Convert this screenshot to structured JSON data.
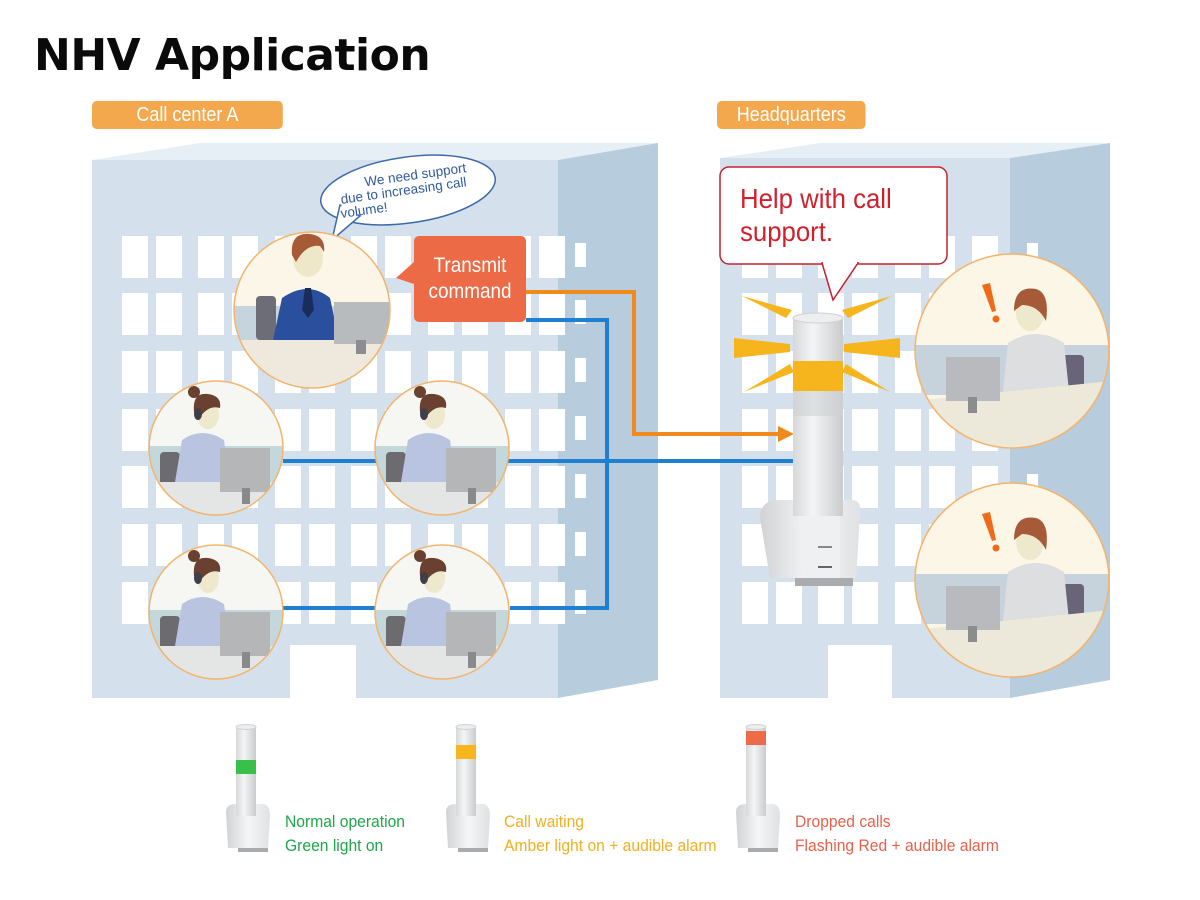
{
  "title": "NHV Application",
  "sites": {
    "call_center": {
      "label": "Call center A"
    },
    "headquarters": {
      "label": "Headquarters"
    }
  },
  "speech": {
    "manager": [
      "We need support",
      "due to increasing call",
      "volume!"
    ],
    "transmit": [
      "Transmit",
      "command"
    ],
    "hq_alert": [
      "Help with call",
      "support."
    ]
  },
  "people": {
    "call_center": [
      {
        "role": "supervisor",
        "attire": "blue suit"
      },
      {
        "role": "operator",
        "headset": true
      },
      {
        "role": "operator",
        "headset": true
      },
      {
        "role": "operator",
        "headset": true
      },
      {
        "role": "operator",
        "headset": true
      }
    ],
    "headquarters": [
      {
        "role": "staff",
        "alert": "exclamation-icon"
      },
      {
        "role": "staff",
        "alert": "exclamation-icon"
      }
    ]
  },
  "connections": {
    "command_line_color": "#f08a1c",
    "network_line_color": "#1f7fd0"
  },
  "signal_tower": {
    "active_light": "amber",
    "active_color": "#f6b51c"
  },
  "legend": [
    {
      "state": "Normal operation",
      "detail": "Green light on",
      "color": "#1fa64a",
      "light": "green"
    },
    {
      "state": "Call waiting",
      "detail": "Amber light on + audible alarm",
      "color": "#f0b020",
      "light": "amber"
    },
    {
      "state": "Dropped calls",
      "detail": "Flashing Red + audible alarm",
      "color": "#e8604a",
      "light": "red"
    }
  ]
}
